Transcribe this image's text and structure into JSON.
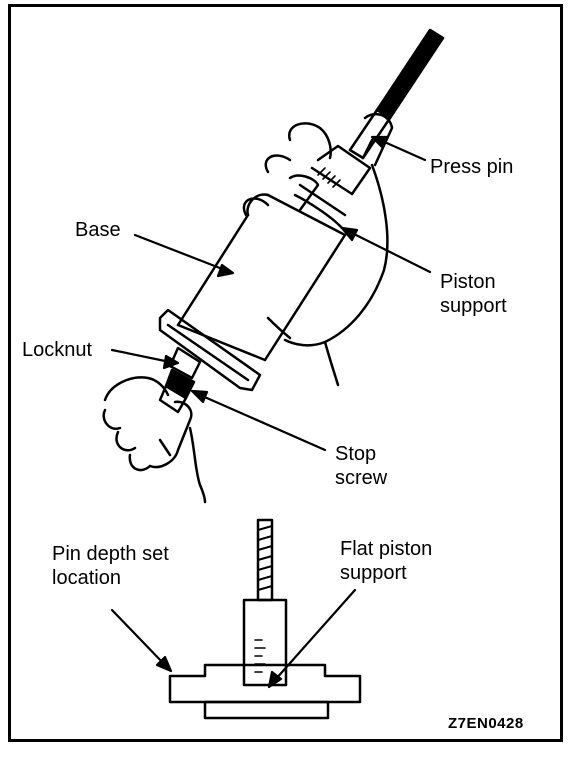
{
  "labels": {
    "press_pin": "Press pin",
    "base": "Base",
    "piston_support": "Piston\nsupport",
    "locknut": "Locknut",
    "stop_screw": "Stop\nscrew",
    "pin_depth_set_location": "Pin depth set\nlocation",
    "flat_piston_support": "Flat piston\nsupport"
  },
  "figure_code": "Z7EN0428",
  "colors": {
    "ink": "#000000",
    "paper": "#ffffff"
  }
}
